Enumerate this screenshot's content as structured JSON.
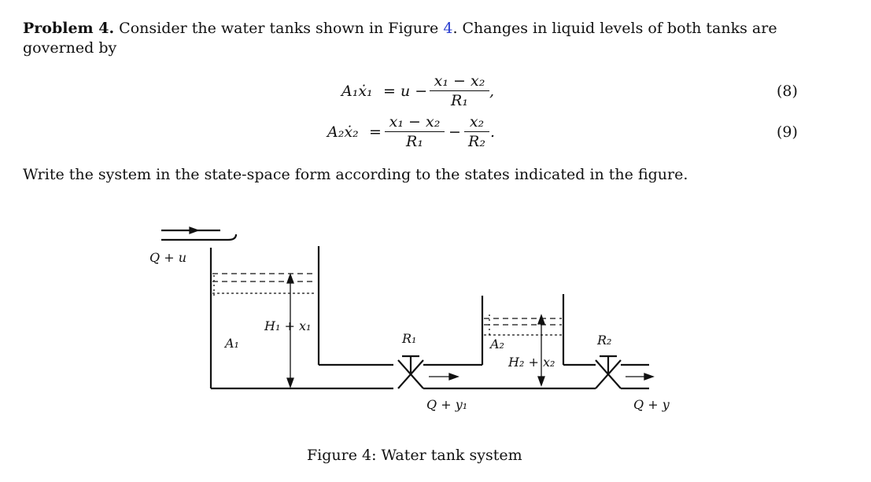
{
  "intro": {
    "label": "Problem 4.",
    "text_before": "Consider the water tanks shown in Figure",
    "figure_ref": "4",
    "text_after": ". Changes in liquid levels of both tanks are governed by"
  },
  "equations": [
    {
      "lhs": "A₁ẋ₁",
      "rhs_start": "= u −",
      "num": "x₁ − x₂",
      "den": "R₁",
      "trail": ",",
      "number": "(8)"
    },
    {
      "lhs": "A₂ẋ₂",
      "rhs_start": "=",
      "num1": "x₁ − x₂",
      "den1": "R₁",
      "minus": "−",
      "num2": "x₂",
      "den2": "R₂",
      "trail": ".",
      "number": "(9)"
    }
  ],
  "task": "Write the system in the state-space form according to the states indicated in the figure.",
  "figure": {
    "labels": {
      "inflow": "Q + u",
      "tank1_area": "A₁",
      "tank1_height": "H₁ + x₁",
      "valve1": "R₁",
      "tank2_area": "A₂",
      "tank2_height": "H₂ + x₂",
      "valve2": "R₂",
      "flow_between": "Q + y₁",
      "outflow": "Q + y"
    },
    "caption": "Figure 4: Water tank system"
  }
}
